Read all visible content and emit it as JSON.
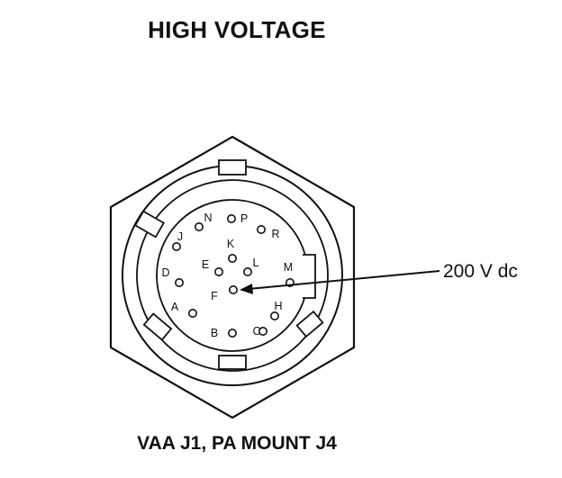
{
  "title": "HIGH VOLTAGE",
  "caption": "VAA J1, PA MOUNT J4",
  "callout": {
    "text": "200 V dc",
    "target_pin": "F"
  },
  "connector": {
    "pins": [
      {
        "id": "N",
        "label": "N"
      },
      {
        "id": "P",
        "label": "P"
      },
      {
        "id": "J",
        "label": "J"
      },
      {
        "id": "R",
        "label": "R"
      },
      {
        "id": "K",
        "label": "K"
      },
      {
        "id": "E",
        "label": "E"
      },
      {
        "id": "L",
        "label": "L"
      },
      {
        "id": "D",
        "label": "D"
      },
      {
        "id": "M",
        "label": "M"
      },
      {
        "id": "F",
        "label": "F"
      },
      {
        "id": "A",
        "label": "A"
      },
      {
        "id": "H",
        "label": "H"
      },
      {
        "id": "B",
        "label": "B"
      },
      {
        "id": "C",
        "label": "C"
      }
    ]
  }
}
